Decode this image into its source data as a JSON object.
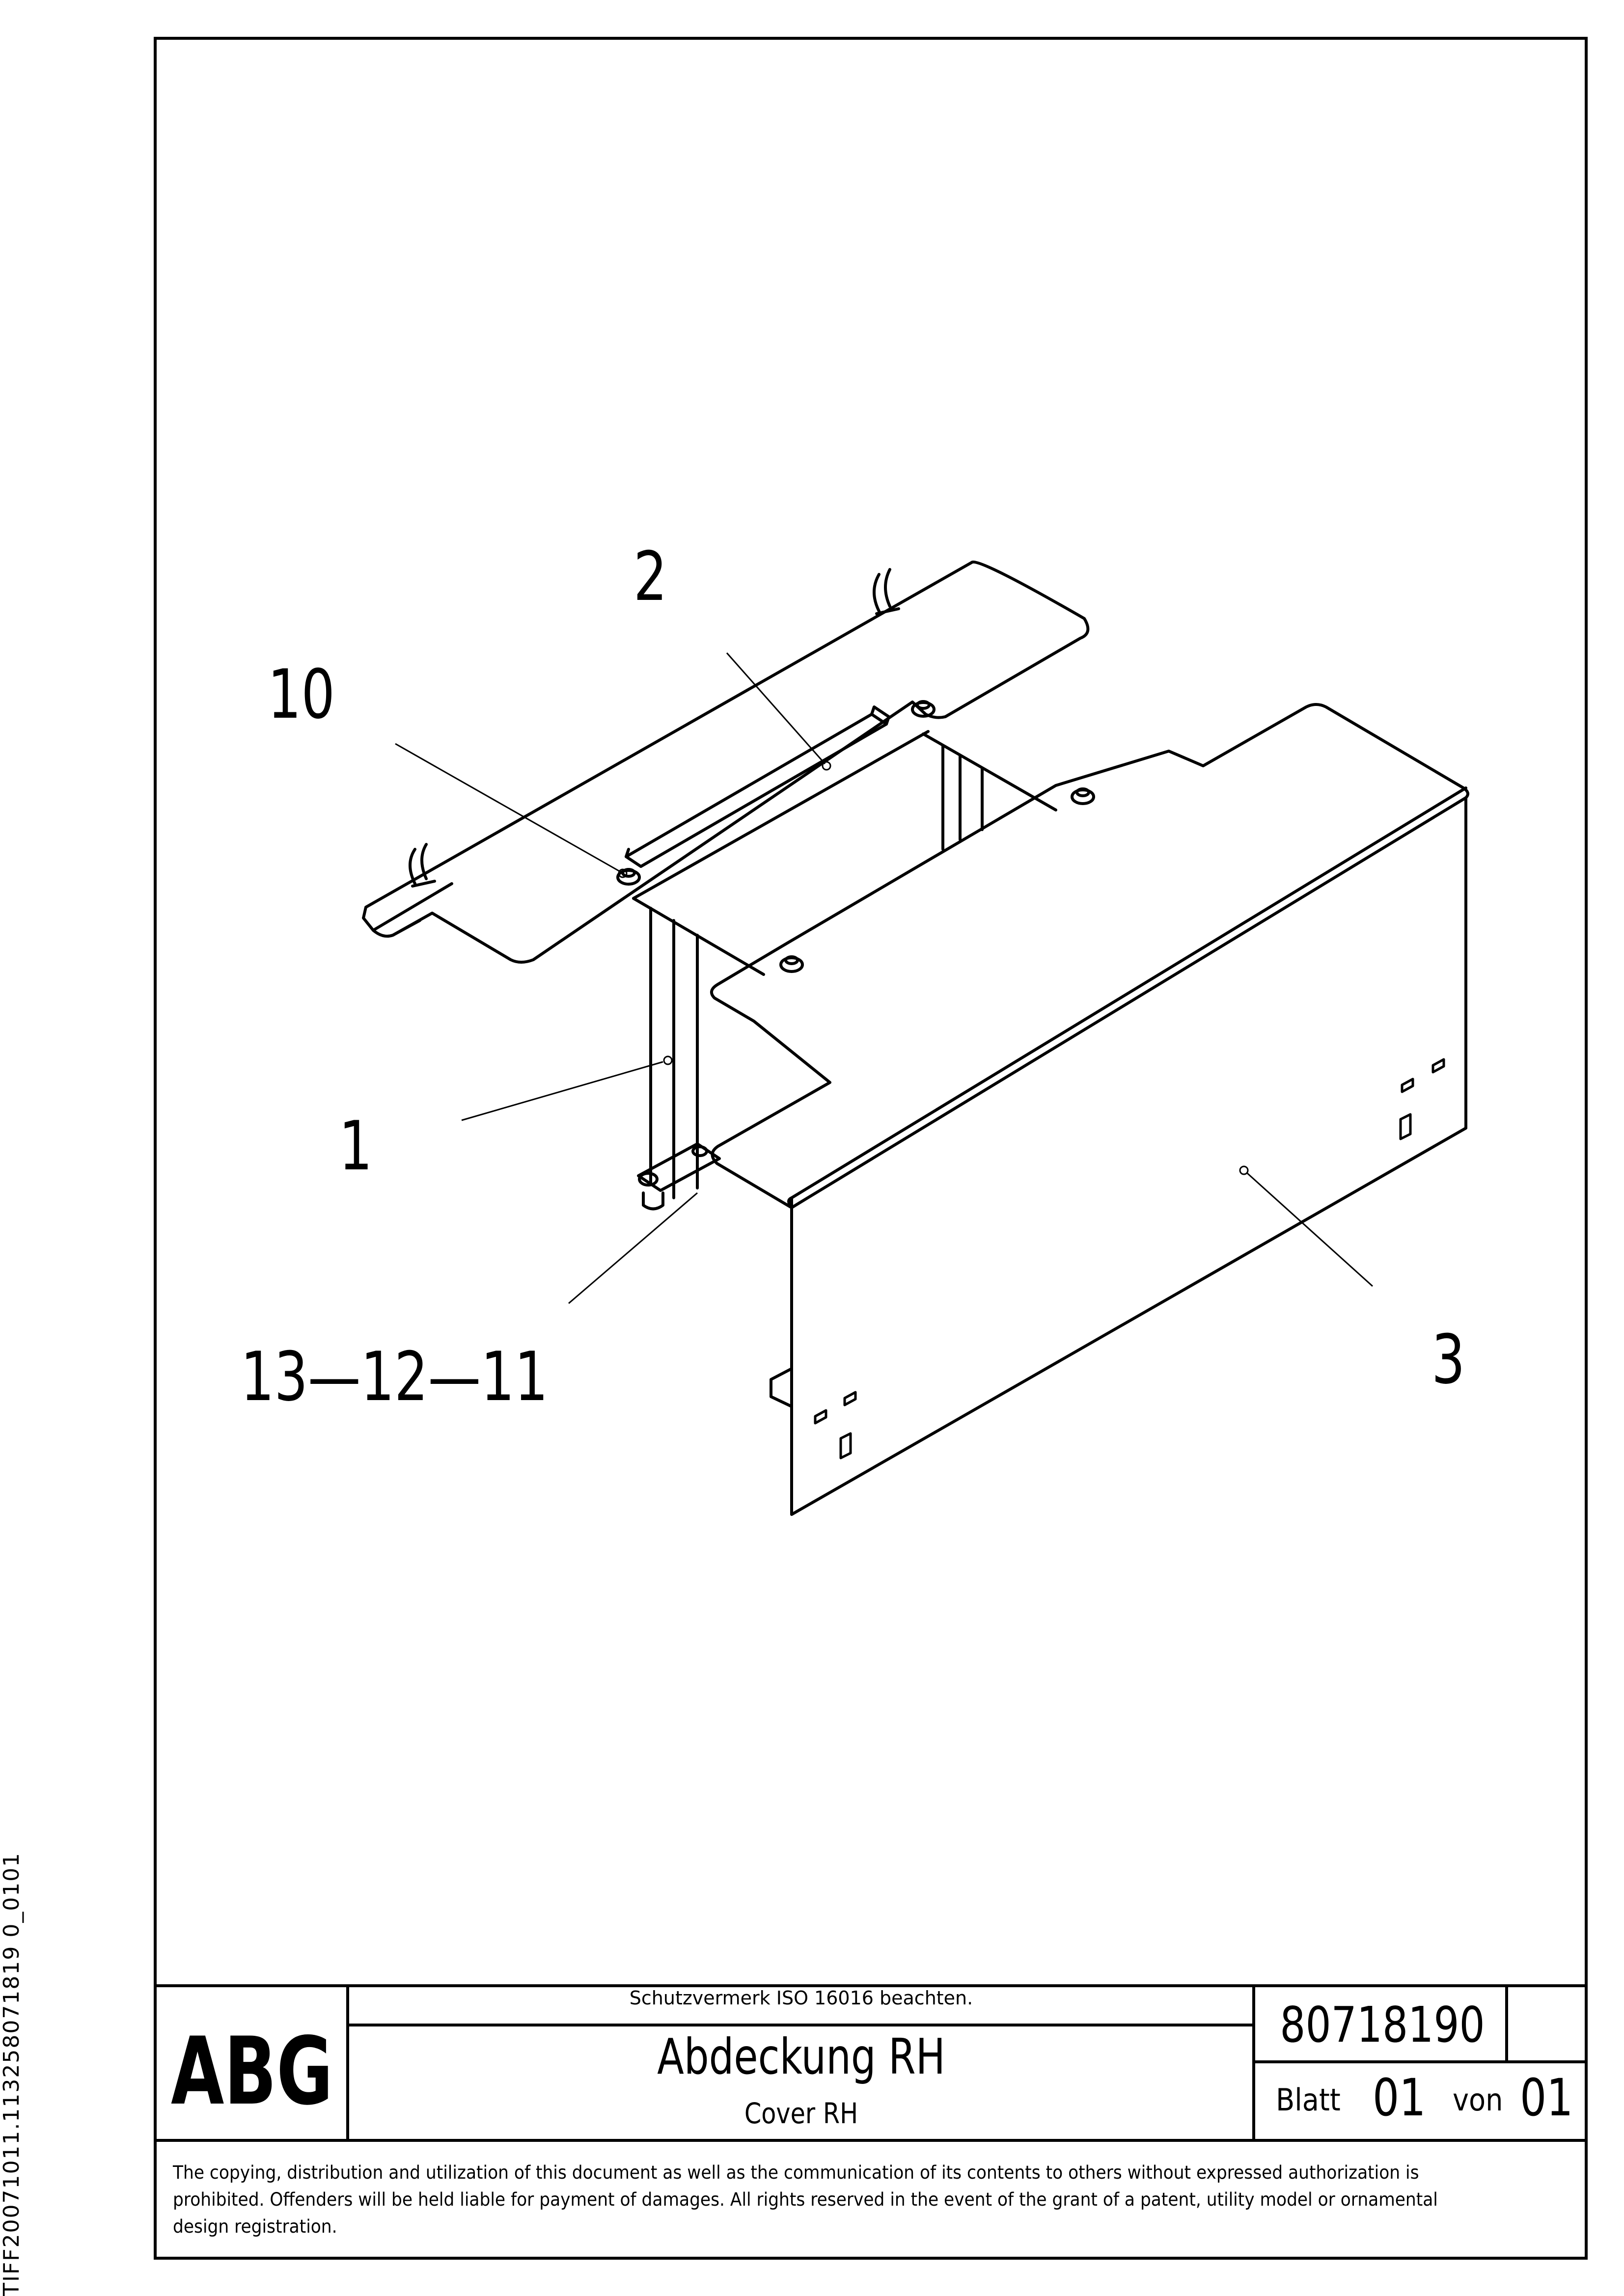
{
  "drawing": {
    "callouts": {
      "part_1": "1",
      "part_2": "2",
      "part_3": "3",
      "part_10": "10",
      "part_13_12_11": "13—12—11"
    }
  },
  "title_block": {
    "logo_text": "ABG",
    "protection_notice": "Schutzvermerk ISO 16016 beachten.",
    "title_de": "Abdeckung RH",
    "title_en": "Cover RH",
    "document_number": "80718190",
    "sheet_label": "Blatt",
    "sheet_number": "01",
    "of_label": "von",
    "total_sheets": "01"
  },
  "copyright_notice": "The copying, distribution and utilization of this document as well as the communication of its contents to others without expressed authorization is prohibited. Offenders will be held liable for payment of damages. All rights reserved in the event of the grant of a patent, utility model or ornamental design registration.",
  "margin_file_id": "TIFF20071011.113258071819 0_0101"
}
